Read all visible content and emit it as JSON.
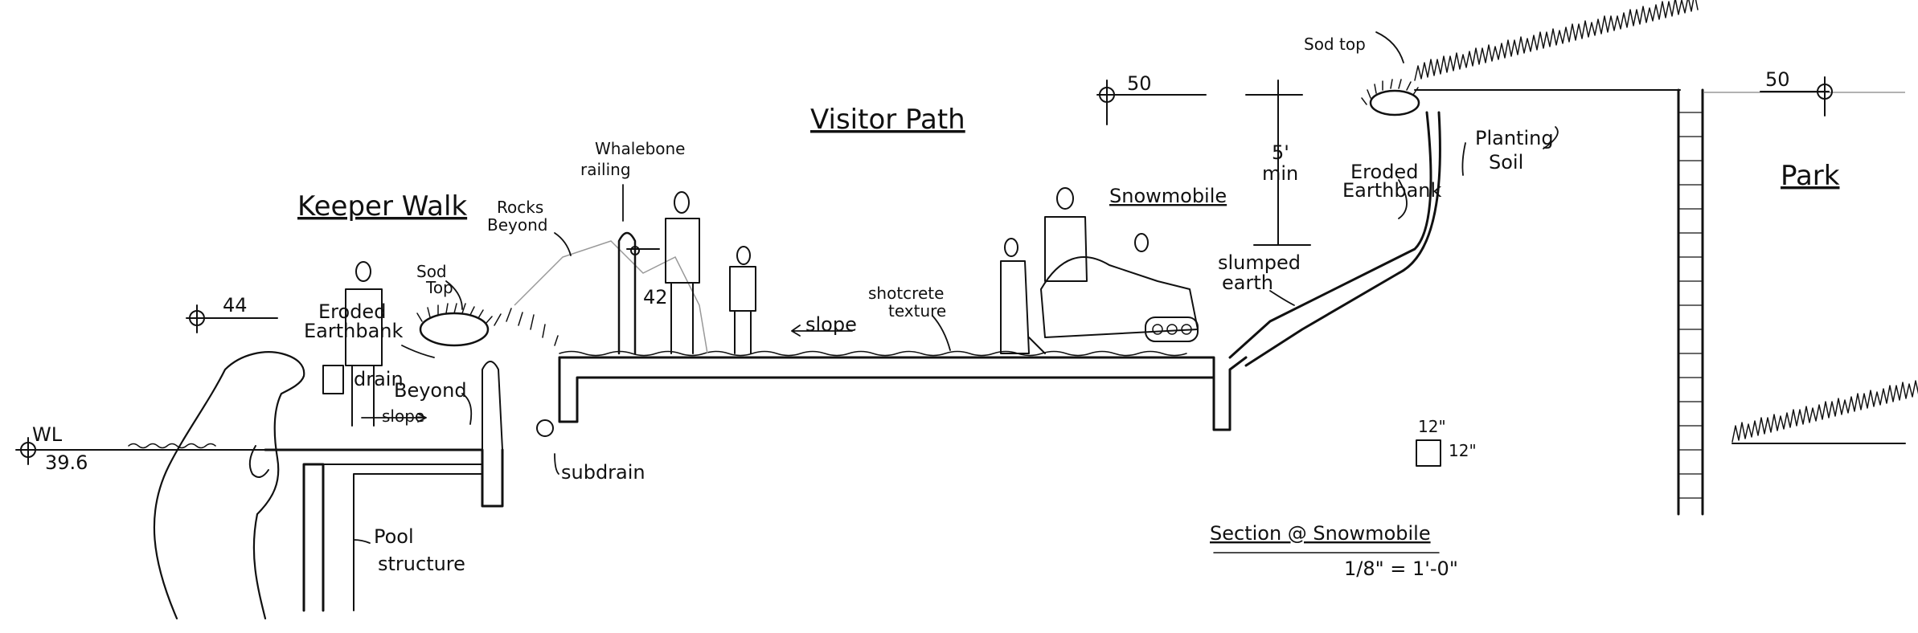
{
  "elevations": {
    "wl_label": "WL",
    "wl_value": "39.6",
    "keeper_walk_elev": "44",
    "mid_elev": "50",
    "right_elev": "50"
  },
  "labels": {
    "keeper_walk": "Keeper Walk",
    "visitor_path": "Visitor Path",
    "park": "Park",
    "snowmobile": "Snowmobile",
    "whalebone_railing_1": "Whalebone",
    "whalebone_railing_2": "railing",
    "rocks_beyond_1": "Rocks",
    "rocks_beyond_2": "Beyond",
    "sod_top_left_1": "Sod",
    "sod_top_left_2": "Top",
    "sod_top_right": "Sod top",
    "eroded_earthbank_left_1": "Eroded",
    "eroded_earthbank_left_2": "Earthbank",
    "eroded_earthbank_right_1": "Eroded",
    "eroded_earthbank_right_2": "Earthbank",
    "drain": "drain",
    "beyond": "Beyond",
    "slope_left": "slope",
    "slope_mid": "slope",
    "subdrain": "subdrain",
    "pool_structure_1": "Pool",
    "pool_structure_2": "structure",
    "shotcrete_1": "shotcrete",
    "shotcrete_2": "texture",
    "railing_height": "42",
    "slumped_earth_1": "slumped",
    "slumped_earth_2": "earth",
    "five_min_1": "5'",
    "five_min_2": "min",
    "planting_soil_1": "Planting",
    "planting_soil_2": "Soil",
    "dim_12_top": "12\"",
    "dim_12_side": "12\"",
    "section_title": "Section @ Snowmobile",
    "scale": "1/8\" = 1'-0\""
  }
}
